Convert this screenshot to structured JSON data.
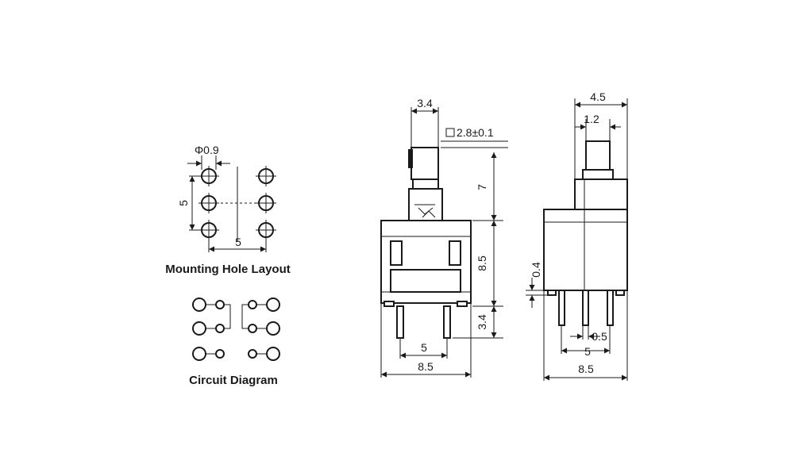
{
  "mounting": {
    "caption": "Mounting Hole Layout",
    "hole_diameter": "Φ0.9",
    "row_pitch": "5",
    "col_pitch": "5"
  },
  "circuit": {
    "caption": "Circuit Diagram"
  },
  "front_view": {
    "plunger_width": "3.4",
    "plunger_square": "2.8±0.1",
    "plunger_height": "7",
    "body_height": "8.5",
    "pin_length": "3.4",
    "pin_spacing": "5",
    "body_width": "8.5"
  },
  "side_view": {
    "top_width": "4.5",
    "plunger_width": "1.2",
    "standoff": "0.4",
    "pin_width": "0.5",
    "pin_spacing": "5",
    "body_width": "8.5"
  }
}
